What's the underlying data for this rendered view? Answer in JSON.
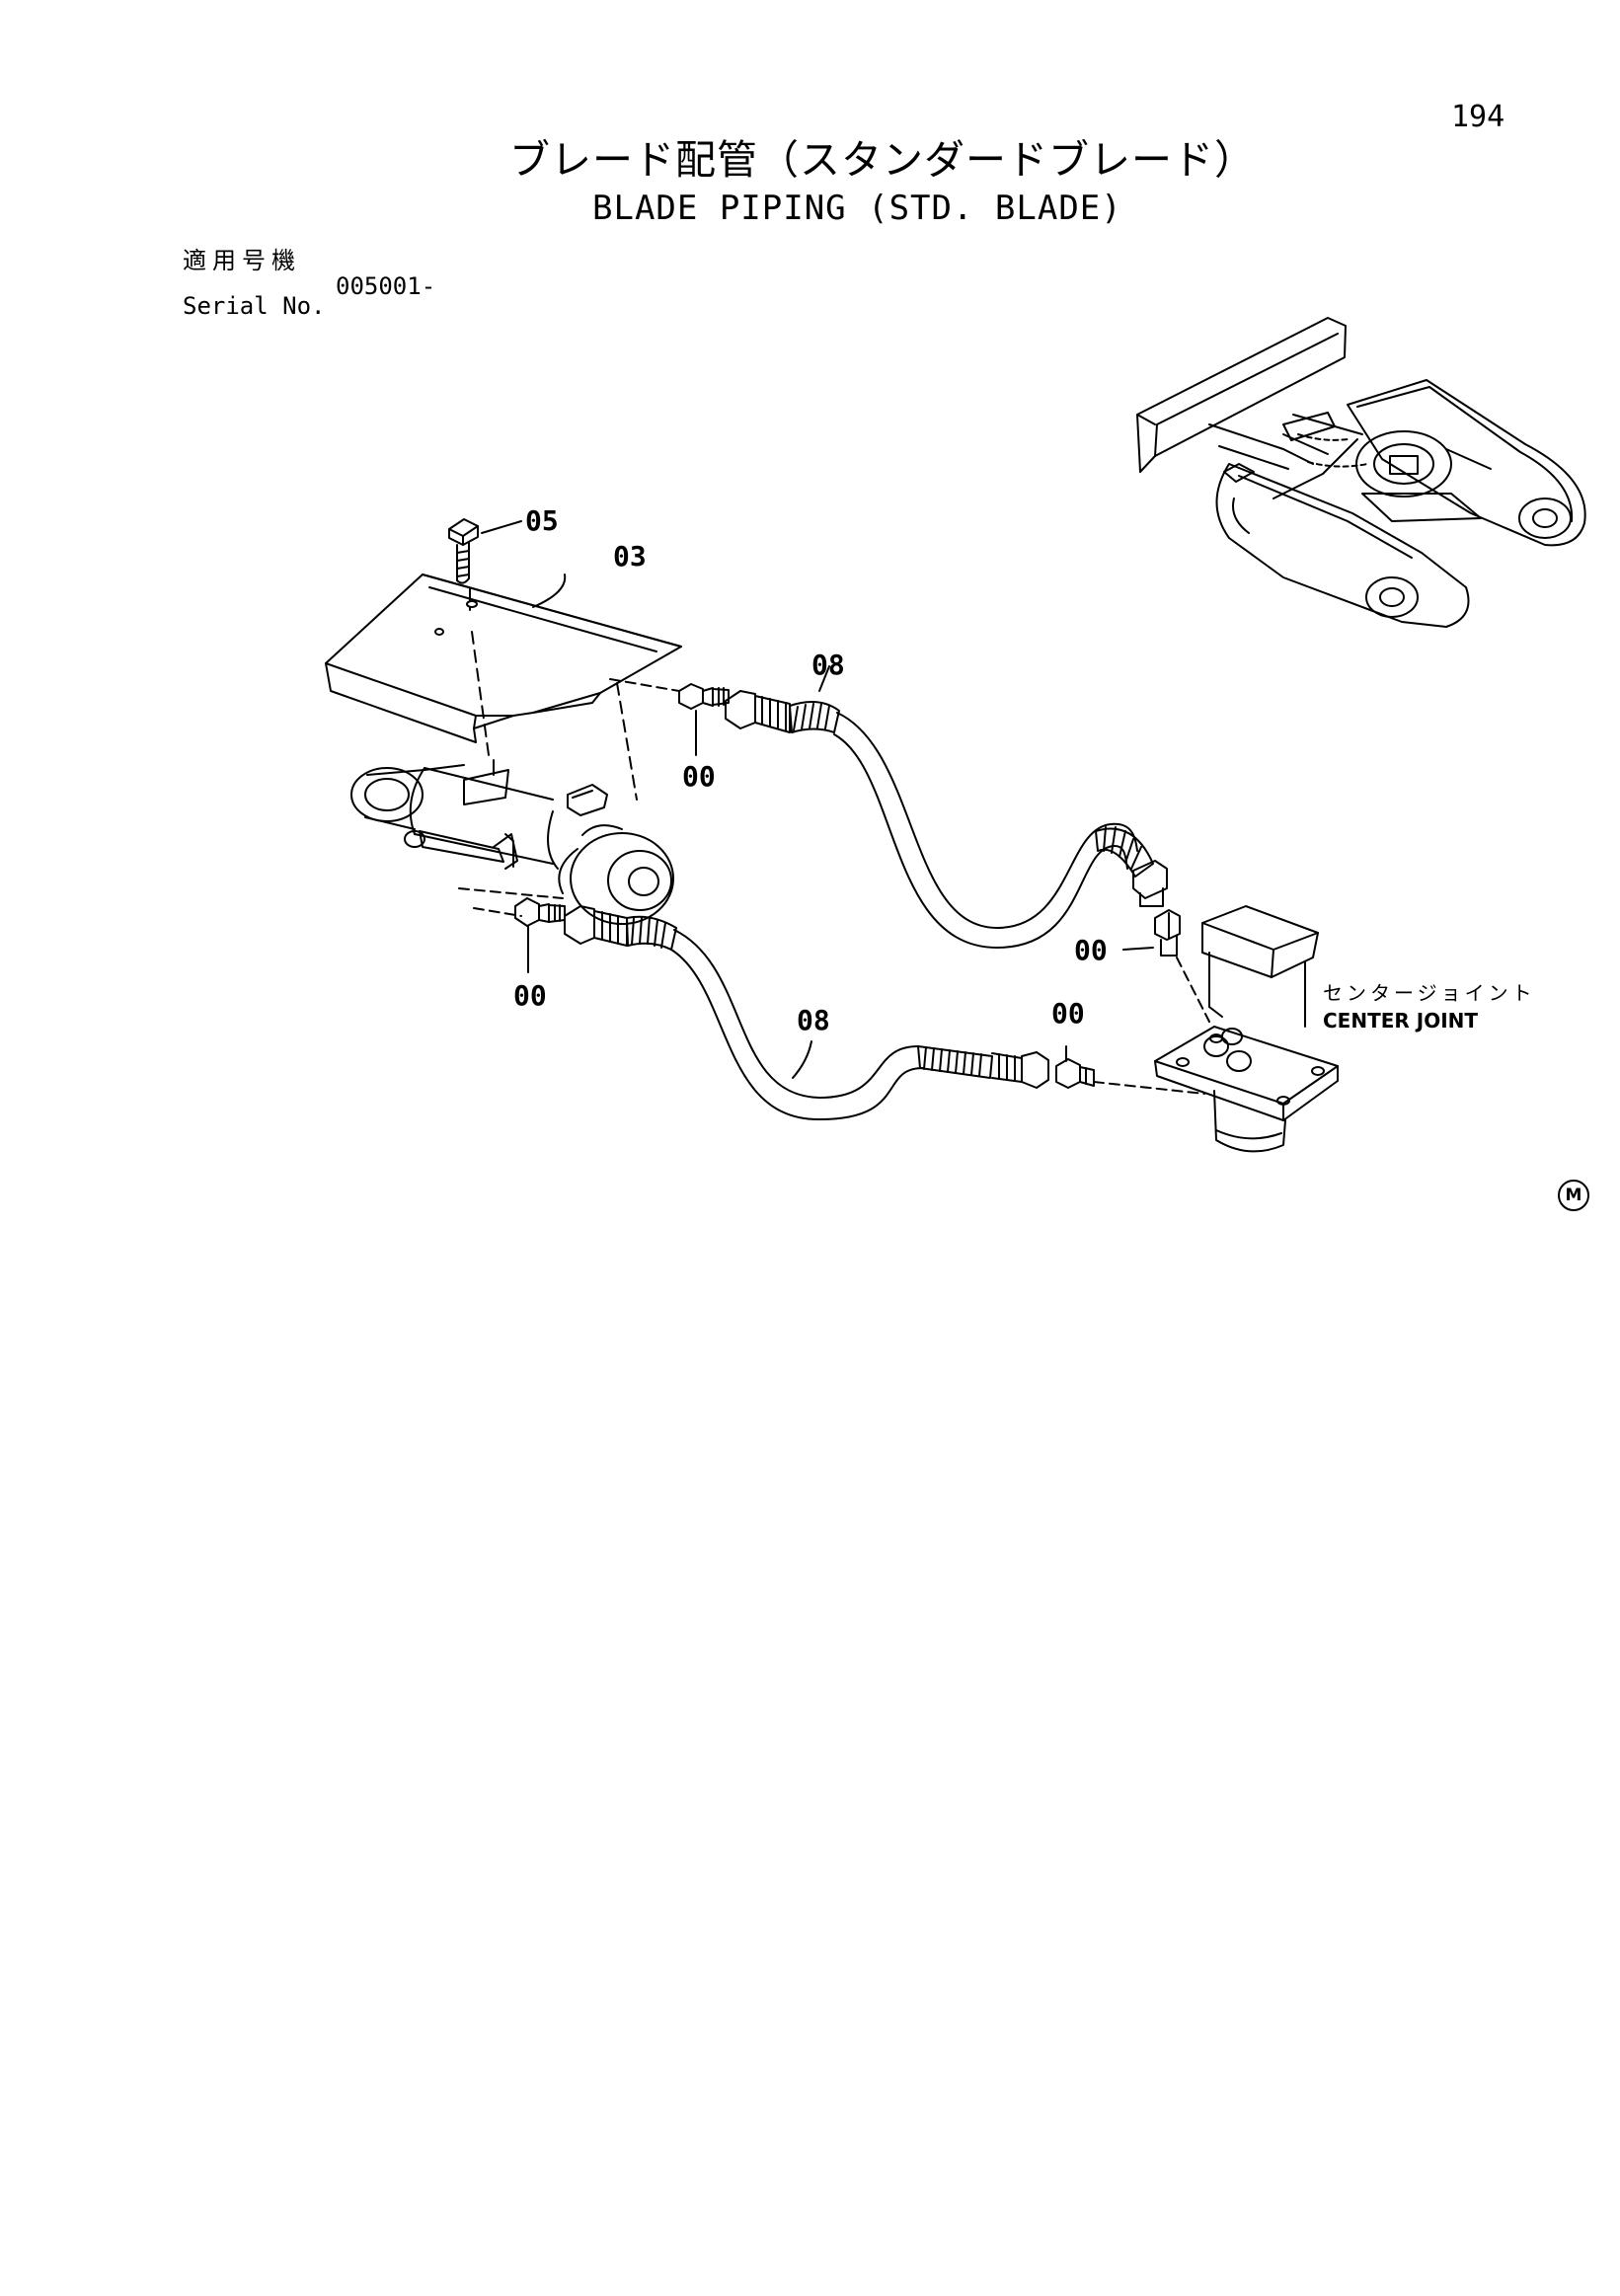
{
  "page": {
    "number": "194",
    "title_jp": "ブレード配管（スタンダードブレード）",
    "title_en": "BLADE PIPING (STD. BLADE)"
  },
  "serial": {
    "label_jp": "適用号機",
    "label_en": "Serial No.",
    "value": "005001-"
  },
  "callouts": {
    "bolt": "05",
    "cover": "03",
    "hose_upper": "08",
    "fitting_upper_left": "00",
    "fitting_lower_left": "00",
    "hose_lower": "08",
    "fitting_center_joint_upper": "00",
    "fitting_center_joint_lower": "00"
  },
  "center_joint": {
    "label_jp": "センタージョイント",
    "label_en": "CENTER JOINT"
  },
  "symbol": "M"
}
